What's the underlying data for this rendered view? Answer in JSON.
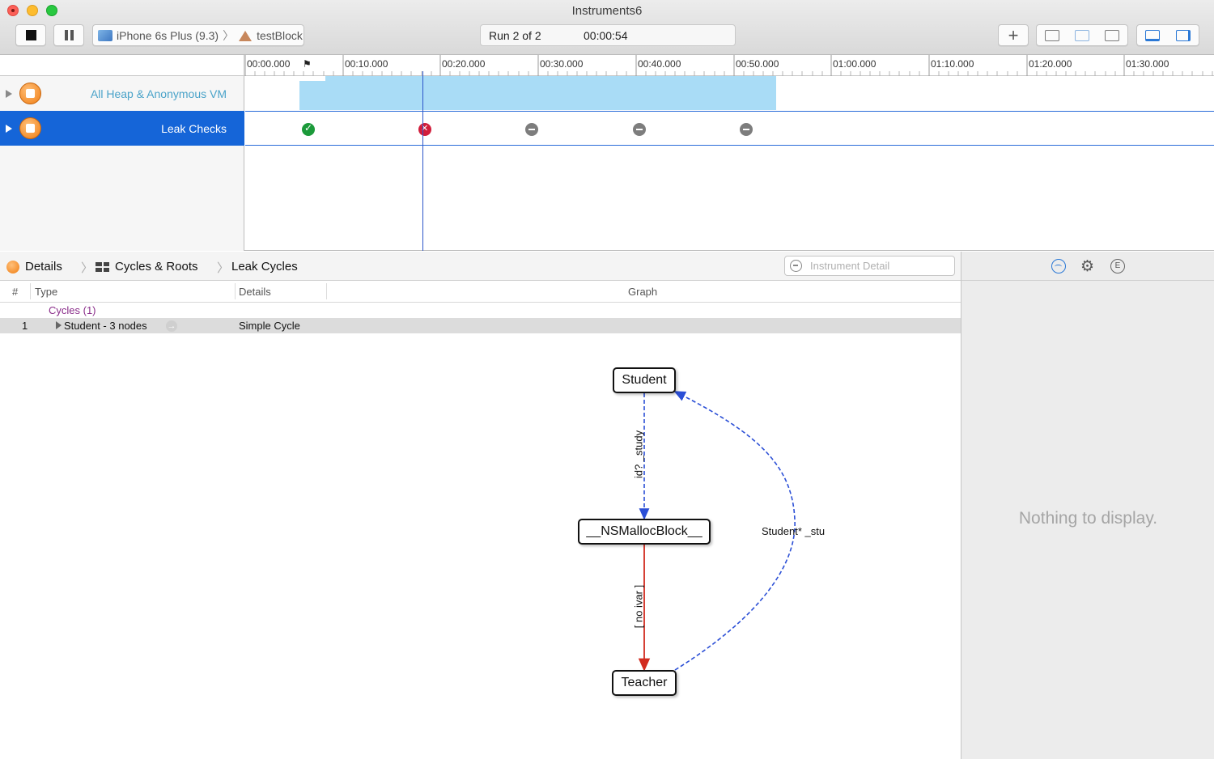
{
  "window": {
    "title": "Instruments6"
  },
  "toolbar": {
    "device": "iPhone 6s Plus (9.3)",
    "target": "testBlock",
    "run_label": "Run 2 of 2",
    "elapsed": "00:00:54"
  },
  "ruler": {
    "ticks": [
      "00:00.000",
      "00:10.000",
      "00:20.000",
      "00:30.000",
      "00:40.000",
      "00:50.000",
      "01:00.000",
      "01:10.000",
      "01:20.000",
      "01:30.000"
    ]
  },
  "tracks": [
    {
      "name": "All Heap & Anonymous VM",
      "selected": false
    },
    {
      "name": "Leak Checks",
      "selected": true
    }
  ],
  "leak_markers": [
    "ok",
    "leak",
    "none",
    "none",
    "none"
  ],
  "jumpbar": {
    "crumb1": "Details",
    "crumb2": "Cycles & Roots",
    "crumb3": "Leak Cycles",
    "search_placeholder": "Instrument Detail"
  },
  "table": {
    "headers": {
      "num": "#",
      "type": "Type",
      "details": "Details",
      "graph": "Graph"
    },
    "group": "Cycles (1)",
    "row": {
      "num": "1",
      "type": "Student - 3 nodes",
      "details": "Simple Cycle"
    }
  },
  "graph": {
    "nodes": {
      "student": "Student",
      "block": "__NSMallocBlock__",
      "teacher": "Teacher"
    },
    "edges": {
      "study": "id? _study",
      "noivar": "[ no ivar ]",
      "stu": "Student* _stu"
    }
  },
  "inspector": {
    "empty_message": "Nothing to display."
  },
  "colors": {
    "selection": "#1565d8",
    "heap_fill": "#a9dcf6",
    "edge_blue": "#2b4fd6",
    "edge_red": "#d22b1f",
    "cycle_purple": "#8a2d8a"
  }
}
